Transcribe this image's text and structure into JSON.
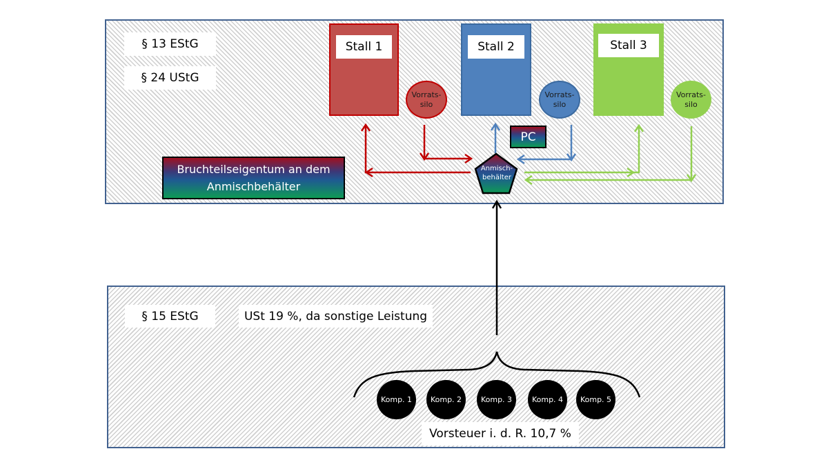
{
  "top_panel": {
    "labels": [
      "§ 13 EStG",
      "§ 24 UStG"
    ],
    "stalls": [
      {
        "label": "Stall 1",
        "color": "#c0504d",
        "border": "#c00000"
      },
      {
        "label": "Stall 2",
        "color": "#4f81bd",
        "border": "#3b6aa0"
      },
      {
        "label": "Stall 3",
        "color": "#92d050",
        "border": "#92d050"
      }
    ],
    "silos": [
      {
        "label": "Vorrats-\nsilo",
        "color": "#c0504d",
        "border": "#c00000"
      },
      {
        "label": "Vorrats-\nsilo",
        "color": "#4f81bd",
        "border": "#3b6aa0"
      },
      {
        "label": "Vorrats-\nsilo",
        "color": "#92d050",
        "border": "#92d050"
      }
    ],
    "pc_label": "PC",
    "mixer_label": "Anmisch-\nbehälter",
    "ownership_line1": "Bruchteilseigentum an dem",
    "ownership_line2": "Anmischbehälter"
  },
  "bottom_panel": {
    "labels": [
      "§ 15 EStG",
      "USt 19 %, da sonstige Leistung"
    ],
    "components": [
      "Komp. 1",
      "Komp. 2",
      "Komp. 3",
      "Komp. 4",
      "Komp. 5"
    ],
    "input_tax": "Vorsteuer i. d. R. 10,7 %"
  },
  "colors": {
    "panel_border": "#41618f",
    "red_flow": "#c00000",
    "blue_flow": "#4f81bd",
    "green_flow": "#92d050"
  }
}
